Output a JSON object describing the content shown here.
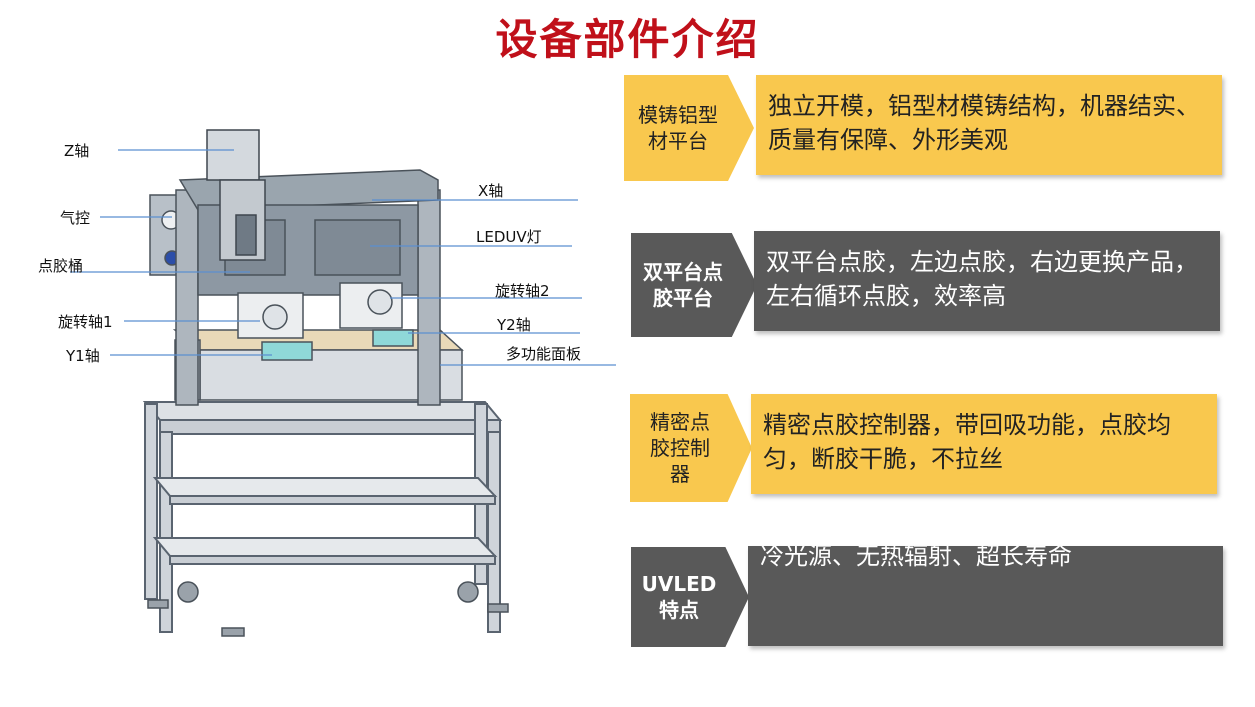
{
  "title": "设备部件介绍",
  "labels": {
    "z_axis": "Z轴",
    "x_axis": "X轴",
    "air_control": "气控",
    "ledUV_lamp": "LEDUV灯",
    "glue_barrel": "点胶桶",
    "rotary_axis_2": "旋转轴2",
    "rotary_axis_1": "旋转轴1",
    "y2_axis": "Y2轴",
    "y1_axis": "Y1轴",
    "multi_panel": "多功能面板"
  },
  "features": [
    {
      "tag_line1": "模铸铝型",
      "tag_line2": "材平台",
      "tag_line3": "",
      "text": "独立开模，铝型材模铸结构，机器结实、质量有保障、外形美观",
      "style": "yellow"
    },
    {
      "tag_line1": "双平台点",
      "tag_line2": "胶平台",
      "tag_line3": "",
      "text": "双平台点胶，左边点胶，右边更换产品，左右循环点胶，效率高",
      "style": "gray"
    },
    {
      "tag_line1": "精密点",
      "tag_line2": "胶控制",
      "tag_line3": "器",
      "text": "精密点胶控制器，带回吸功能，点胶均匀，断胶干脆，不拉丝",
      "style": "yellow"
    },
    {
      "tag_line1": "UVLED",
      "tag_line2": "特点",
      "tag_line3": "",
      "text": "冷光源、无热辐射、超长寿命",
      "style": "gray"
    }
  ],
  "colors": {
    "title": "#c0101a",
    "yellow": "#f9c84e",
    "gray": "#595959"
  }
}
